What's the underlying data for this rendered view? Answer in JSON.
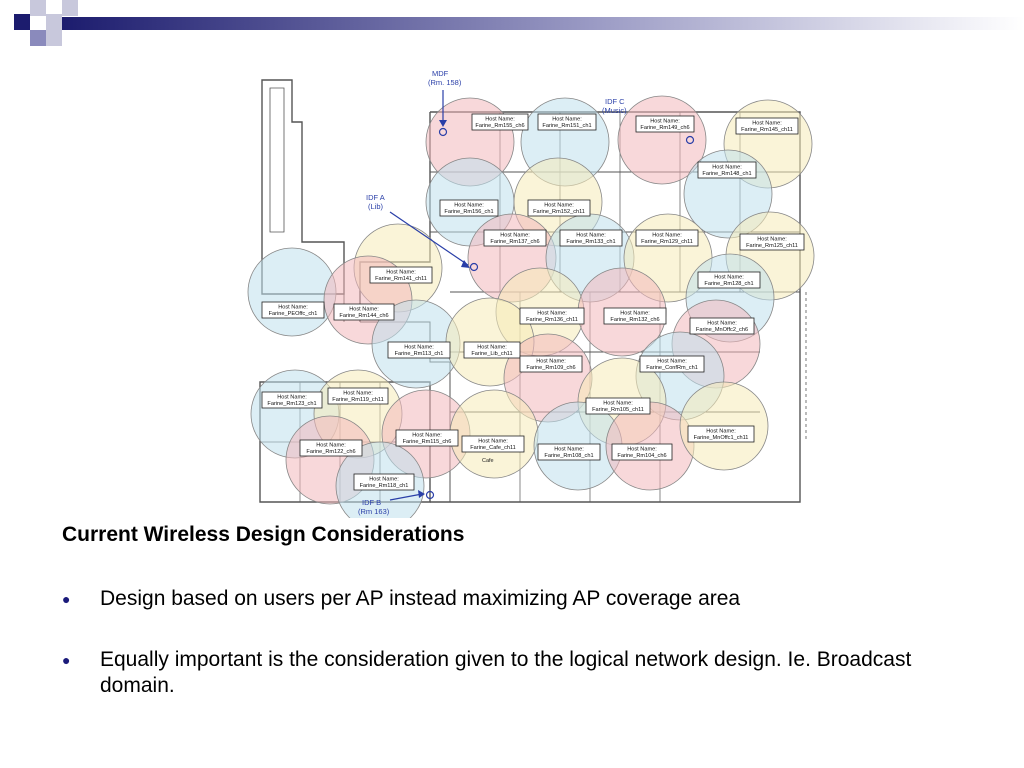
{
  "slide": {
    "heading": "Current Wireless Design Considerations",
    "bullets": [
      "Design based on users per AP instead maximizing AP coverage area",
      "Equally important is the consideration given to the logical network design. Ie. Broadcast domain."
    ]
  },
  "floor_plan": {
    "idf_labels": {
      "mdf": [
        "MDF",
        "(Rm. 158)"
      ],
      "idf_c": [
        "IDF C",
        "(Music)"
      ],
      "idf_a": [
        "IDF A",
        "(Lib)"
      ],
      "idf_b": [
        "IDF B",
        "(Rm 163)"
      ]
    },
    "host_label_prefix": "Host Name:",
    "host_names": [
      "Farine_Rm155_ch6",
      "Farine_Rm151_ch1",
      "Farine_Rm149_ch6",
      "Farine_Rm145_ch11",
      "Farine_Rm148_ch1",
      "Farine_Rm156_ch1",
      "Farine_Rm152_ch11",
      "Farine_Rm137_ch6",
      "Farine_Rm133_ch1",
      "Farine_Rm129_ch11",
      "Farine_Rm125_ch11",
      "Farine_Rm141_ch11",
      "Farine_Rm128_ch1",
      "Farine_PEOffc_ch1",
      "Farine_Rm144_ch6",
      "Farine_Rm136_ch11",
      "Farine_Rm132_ch6",
      "Farine_MnOffc2_ch6",
      "Farine_Rm113_ch1",
      "Farine_Lib_ch11",
      "Farine_Rm109_ch6",
      "Farine_ConfRm_ch1",
      "Farine_Rm123_ch1",
      "Farine_Rm119_ch11",
      "Farine_Rm105_ch11",
      "Farine_Rm115_ch6",
      "Farine_Cafe_ch11",
      "Farine_Rm108_ch1",
      "Farine_Rm104_ch6",
      "Farine_MnOffc1_ch11",
      "Farine_Rm122_ch6",
      "Farine_Rm118_ch1"
    ],
    "room_labels": [
      "Cafe"
    ],
    "colors": {
      "ap_red": "#f2b8bc",
      "ap_blue": "#bfe0ec",
      "ap_yellow": "#f5ebb8",
      "idf_blue": "#2a3fa8"
    }
  },
  "header": {
    "colors": {
      "dark": "#1c1c6e",
      "mid": "#8080b8",
      "light": "#ccccdd"
    }
  }
}
